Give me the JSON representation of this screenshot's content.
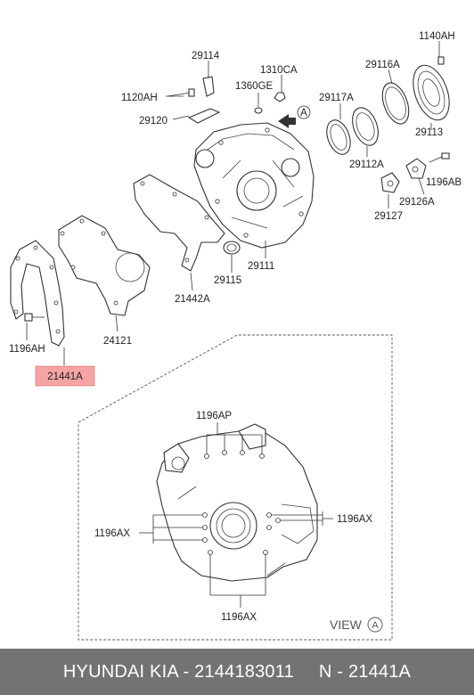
{
  "labels": {
    "p1140AH": "1140AH",
    "p29114": "29114",
    "p1310CA": "1310CA",
    "p29116A": "29116A",
    "p1120AH": "1120AH",
    "p1360GE": "1360GE",
    "p29117A": "29117A",
    "p29120": "29120",
    "p29113": "29113",
    "p29112A": "29112A",
    "p1196AB": "1196AB",
    "p29126A": "29126A",
    "p29127": "29127",
    "p29111": "29111",
    "p29115": "29115",
    "p21442A": "21442A",
    "p24121": "24121",
    "p1196AH": "1196AH",
    "p21441A": "21441A"
  },
  "view_marker": "A",
  "view_panel": {
    "label_1196AP": "1196AP",
    "label_1196AX_left": "1196AX",
    "label_1196AX_right": "1196AX",
    "label_1196AX_bottom": "1196AX",
    "view_text": "VIEW",
    "view_letter": "A"
  },
  "highlight_color": "#f5a3a3",
  "footer": {
    "brand_part": "HYUNDAI  KIA - 2144183011",
    "oem_part": "N - 21441A"
  }
}
